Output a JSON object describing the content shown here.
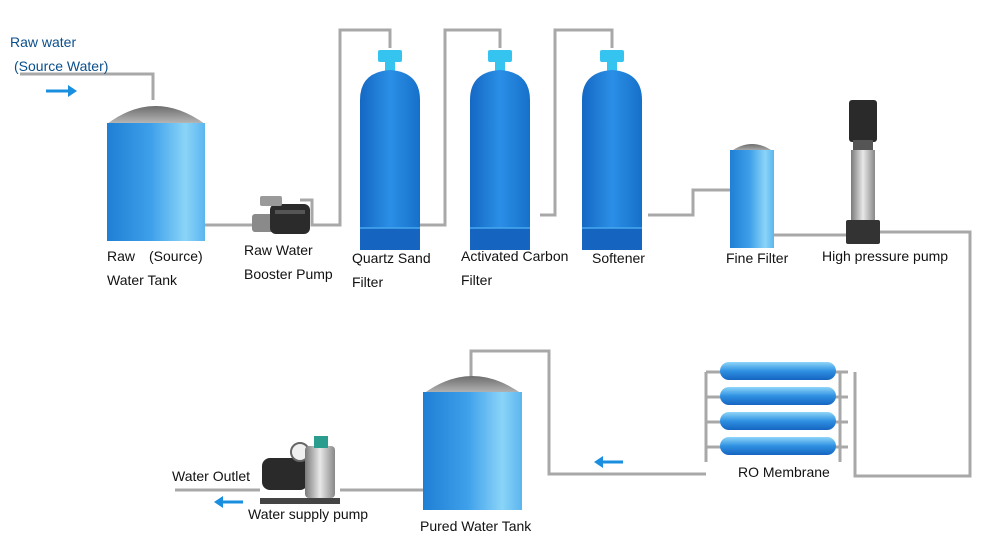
{
  "colors": {
    "pipe": "#a8a8a8",
    "tank_blue": "#2f8ee0",
    "tank_light": "#6fc0f5",
    "dome_grey": "#8c8c8c",
    "filter_cap": "#35c4ef",
    "arrow": "#1a8fe0",
    "label_dark": "#111111",
    "label_teal": "#0a4f8c"
  },
  "icons": [
    "arrow-right-icon",
    "arrow-left-icon",
    "pump-icon",
    "vertical-pump-icon",
    "membrane-tube-icon"
  ],
  "labels": {
    "raw_water": "Raw water",
    "source_water": "(Source Water)",
    "raw_tank_line1": "Raw　(Source)",
    "raw_tank_line2": "Water Tank",
    "booster_line1": "Raw Water",
    "booster_line2": "Booster Pump",
    "quartz_line1": "Quartz Sand",
    "quartz_line2": "Filter",
    "carbon_line1": "Activated Carbon",
    "carbon_line2": "Filter",
    "softener": "Softener",
    "fine_filter": "Fine Filter",
    "hp_pump": "High pressure pump",
    "ro_membrane": "RO Membrane",
    "pured_tank": "Pured Water Tank",
    "supply_pump": "Water supply pump",
    "water_outlet": "Water Outlet"
  }
}
